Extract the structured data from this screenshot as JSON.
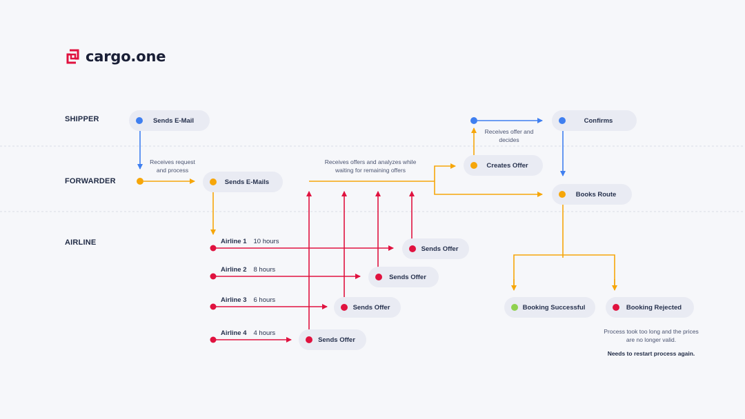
{
  "brand": {
    "name": "cargo.one"
  },
  "lanes": {
    "shipper": "SHIPPER",
    "forwarder": "FORWARDER",
    "airline": "AIRLINE"
  },
  "nodes": {
    "shipper_sends_email": "Sends E-Mail",
    "forwarder_sends_emails": "Sends E-Mails",
    "creates_offer": "Creates Offer",
    "confirms": "Confirms",
    "books_route": "Books Route",
    "offer_1": "Sends Offer",
    "offer_2": "Sends Offer",
    "offer_3": "Sends Offer",
    "offer_4": "Sends Offer",
    "booking_successful": "Booking Successful",
    "booking_rejected": "Booking Rejected"
  },
  "notes": {
    "receives_request": "Receives request and process",
    "receives_offers": "Receives offers and analyzes while waiting for remaining offers",
    "receives_offer_decides": "Receives offer and decides",
    "rejected_reason": "Process took too long and the prices are no longer valid.",
    "restart": "Needs to restart process again."
  },
  "airlines": [
    {
      "name": "Airline 1",
      "time": "10 hours"
    },
    {
      "name": "Airline 2",
      "time": "8 hours"
    },
    {
      "name": "Airline 3",
      "time": "6 hours"
    },
    {
      "name": "Airline 4",
      "time": "4 hours"
    }
  ],
  "colors": {
    "shipper": "#3f7ff0",
    "forwarder": "#f6a609",
    "airline": "#e0123f",
    "success": "#8fd14f",
    "pill": "#e9ebf3",
    "lane_divider": "#d9dce5"
  }
}
